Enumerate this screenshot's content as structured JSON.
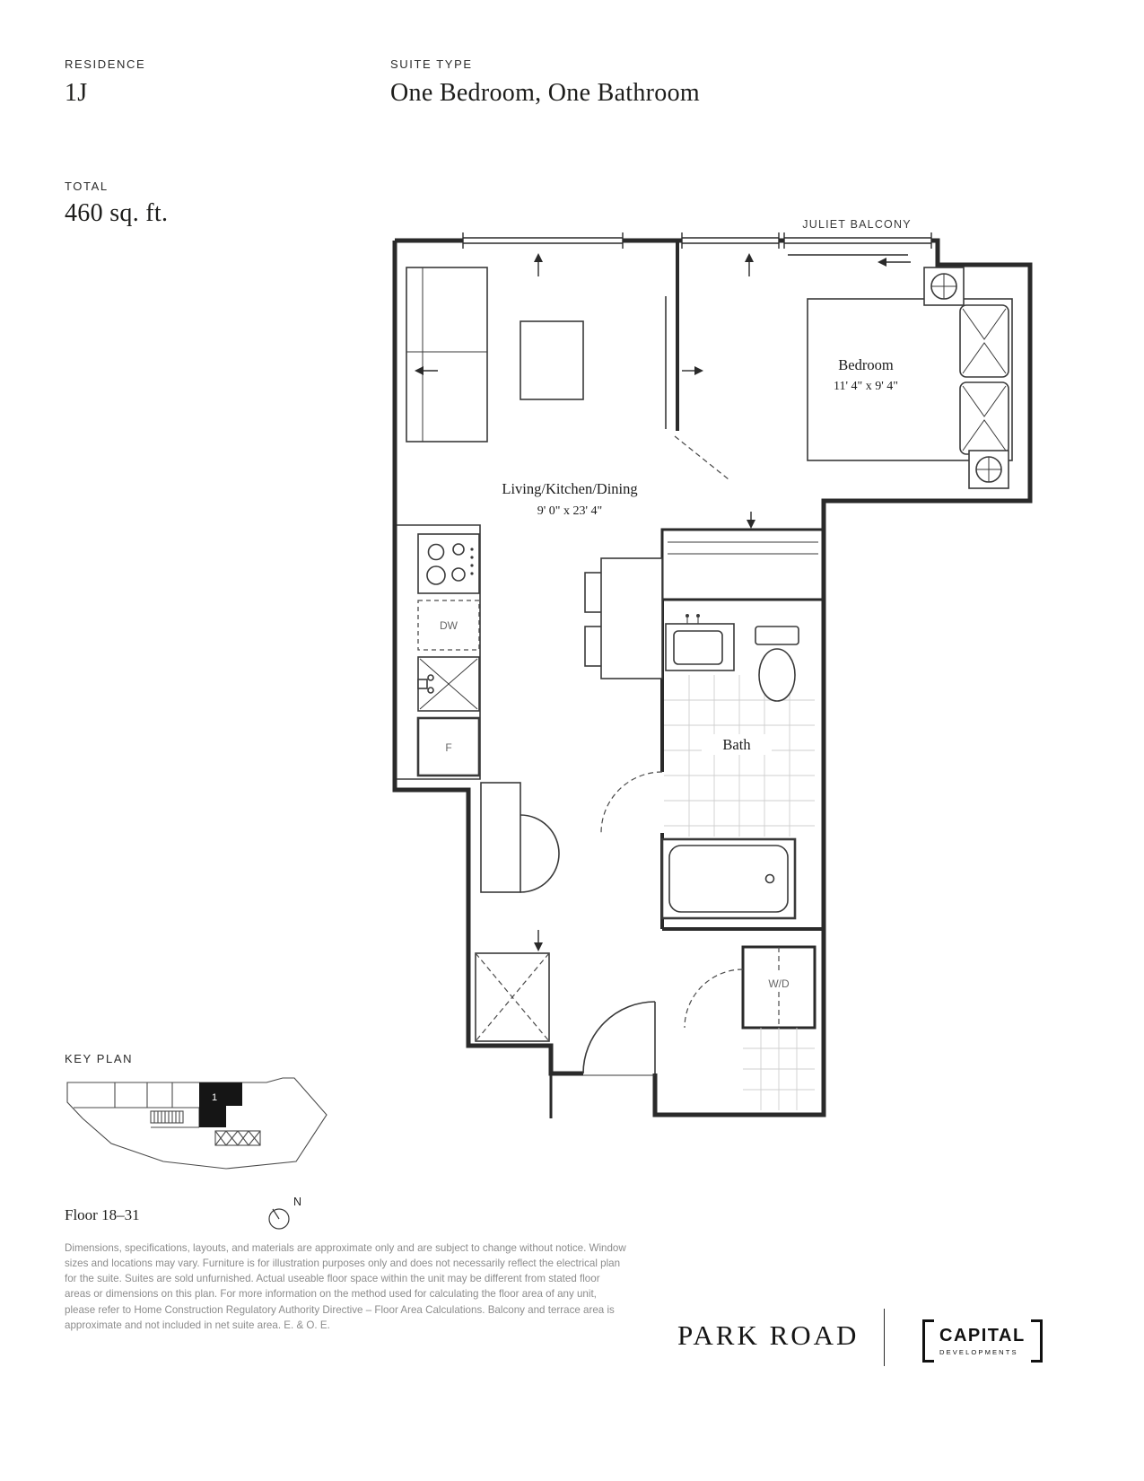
{
  "page": {
    "residence": {
      "label": "RESIDENCE",
      "value": "1J"
    },
    "suite_type": {
      "label": "SUITE TYPE",
      "value": "One Bedroom, One Bathroom"
    },
    "total": {
      "label": "TOTAL",
      "value": "460 sq. ft."
    }
  },
  "floorplan": {
    "juliet_balcony": "JULIET BALCONY",
    "bedroom": {
      "name": "Bedroom",
      "dims": "11' 4\" x 9' 4\""
    },
    "living": {
      "name": "Living/Kitchen/Dining",
      "dims": "9' 0\" x 23' 4\""
    },
    "bath": {
      "name": "Bath"
    },
    "appliances": {
      "dishwasher": "DW",
      "fridge": "F",
      "washer_dryer": "W/D"
    }
  },
  "key_plan": {
    "label": "KEY PLAN",
    "floors": "Floor 18–31",
    "unit": "1",
    "compass_north": "N"
  },
  "disclaimer": "Dimensions, specifications, layouts, and materials are approximate only and are subject to change without notice. Window sizes and locations may vary. Furniture is for illustration purposes only and does not necessarily reflect the electrical plan for the suite. Suites are sold unfurnished. Actual useable floor space within the unit may be different from stated floor areas or dimensions on this plan. For more information on the method used for calculating the floor area of any unit, please refer to Home Construction Regulatory Authority Directive – Floor Area Calculations. Balcony and terrace area is approximate and not included in net suite area. E. & O. E.",
  "footer": {
    "brand": "PARK ROAD",
    "developer": {
      "name": "CAPITAL",
      "sub": "DEVELOPMENTS"
    }
  },
  "colors": {
    "ink": "#1d1d1b",
    "wall": "#2a2a2a",
    "muted": "#8c8c8c",
    "background": "#ffffff"
  }
}
